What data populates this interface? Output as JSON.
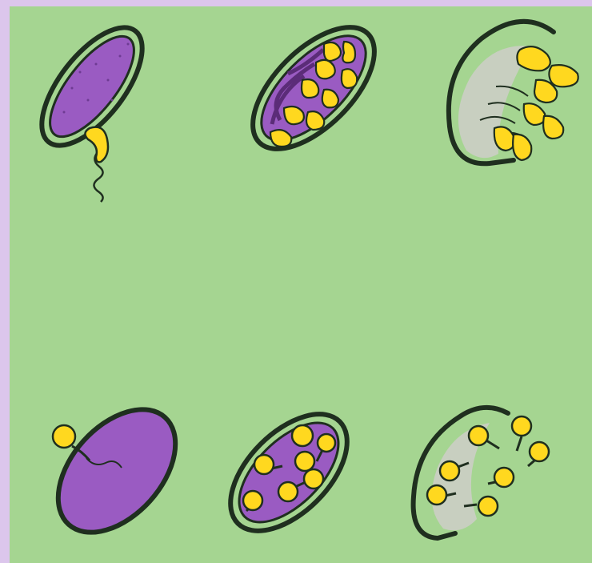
{
  "colors": {
    "frame": "#dcc6ec",
    "panel": "#a5d591",
    "outline": "#1f2f1f",
    "cytoplasm": "#9a5bc2",
    "cytoplasm_dark": "#5b2c78",
    "lysed_cytoplasm": "#c8cfc0",
    "phage": "#ffd81f",
    "phage_shadow": "#c9a200"
  },
  "rows": [
    {
      "phage_shape": "comma",
      "stages": [
        "infection",
        "replication",
        "lysis"
      ]
    },
    {
      "phage_shape": "tadpole",
      "stages": [
        "infection",
        "replication",
        "lysis"
      ]
    }
  ]
}
